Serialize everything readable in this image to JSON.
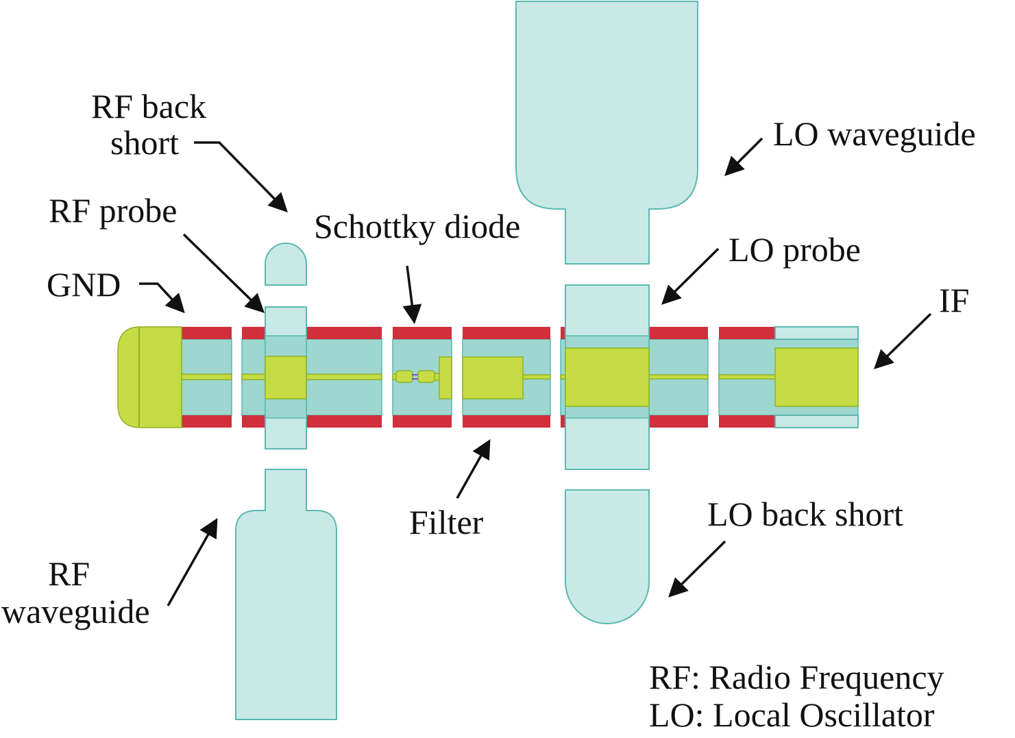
{
  "labels": {
    "rf_back_short_1": "RF back",
    "rf_back_short_2": "short",
    "rf_probe": "RF probe",
    "gnd": "GND",
    "schottky_diode": "Schottky diode",
    "lo_waveguide": "LO waveguide",
    "lo_probe": "LO probe",
    "if": "IF",
    "filter": "Filter",
    "lo_back_short": "LO back short",
    "rf_waveguide_1": "RF",
    "rf_waveguide_2": "waveguide"
  },
  "legend": {
    "rf": "RF: Radio Frequency",
    "lo": "LO: Local Oscillator"
  },
  "colors": {
    "ground_band": "#d12f3c",
    "substrate": "#9dd7cf",
    "waveguide": "#c9e9e7",
    "metal": "#c6dc44"
  }
}
